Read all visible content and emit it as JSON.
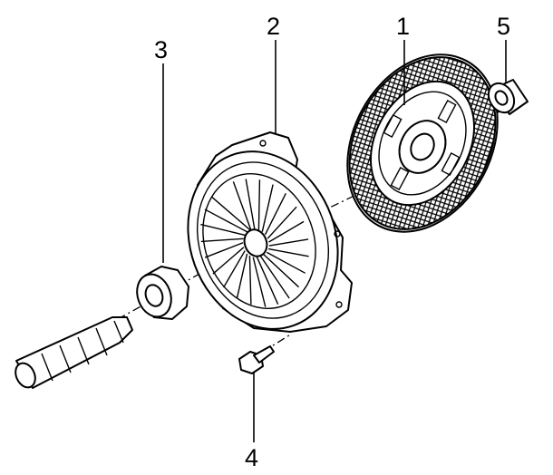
{
  "callouts": {
    "1": "1",
    "2": "2",
    "3": "3",
    "4": "4",
    "5": "5"
  },
  "colors": {
    "ink": "#000000",
    "background": "#ffffff"
  }
}
